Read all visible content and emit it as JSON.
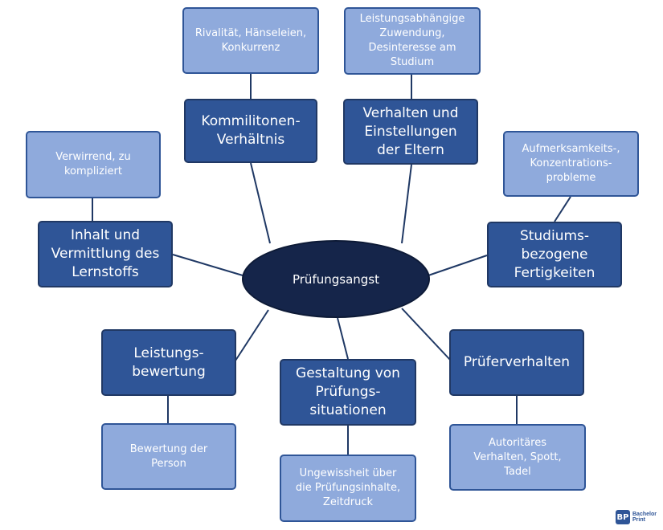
{
  "center": "Prüfungsangst",
  "main_nodes": {
    "kommilitonen": "Kommilitonen-\nVerhältnis",
    "eltern": "Verhalten und\nEinstellungen\nder Eltern",
    "studiums": "Studiums-\nbezogene\nFertigkeiten",
    "pruefer": "Prüferverhalten",
    "gestaltung": "Gestaltung von\nPrüfungs-\nsituationen",
    "leistung": "Leistungs-\nbewertung",
    "inhalt": "Inhalt und\nVermittlung des\nLernstoffs"
  },
  "sub_nodes": {
    "rivalitaet": "Rivalität, Hänseleien,\nKonkurrenz",
    "zuwendung": "Leistungsabhängige\nZuwendung,\nDesinteresse am\nStudium",
    "aufmerksamkeit": "Aufmerksamkeits-,\nKonzentrations-\nprobleme",
    "autoritaeres": "Autoritäres\nVerhalten, Spott,\nTadel",
    "ungewissheit": "Ungewissheit über\ndie Prüfungsinhalte,\nZeitdruck",
    "bewertung": "Bewertung der\nPerson",
    "verwirrend": "Verwirrend, zu\nkompliziert"
  },
  "logo": {
    "mark": "BP",
    "line1": "Bachelor",
    "line2": "Print"
  },
  "colors": {
    "center": "#15254a",
    "main": "#2f5597",
    "sub": "#8faadc",
    "connector": "#1f3864"
  }
}
